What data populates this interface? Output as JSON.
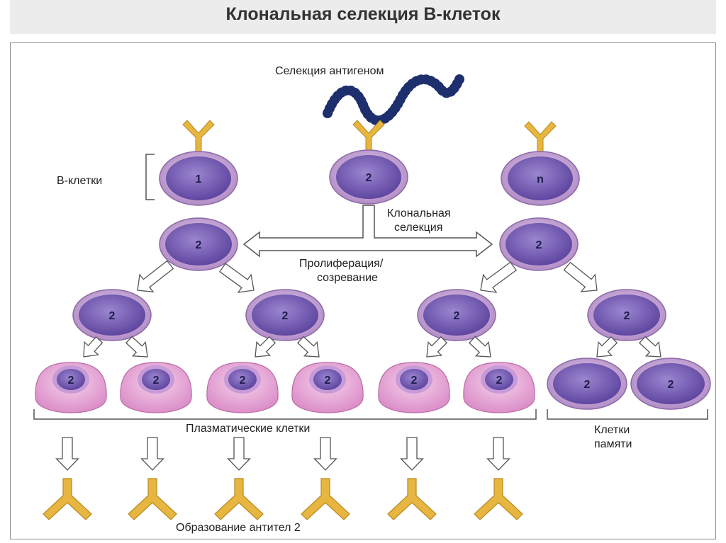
{
  "title": "Клональная селекция В-клеток",
  "labels": {
    "antigen_selection": "Селекция антигеном",
    "b_cells": "В-клетки",
    "clonal_selection_1": "Клональная",
    "clonal_selection_2": "селекция",
    "proliferation_1": "Пролиферация/",
    "proliferation_2": "созревание",
    "plasma_cells": "Плазматические клетки",
    "memory_cells_1": "Клетки",
    "memory_cells_2": "памяти",
    "antibody_formation": "Образование антител 2"
  },
  "b_cell_ids": [
    "1",
    "2",
    "n"
  ],
  "clone_id": "2",
  "colors": {
    "antibody": "#e6b640",
    "cell_rim": "#c7a4d3",
    "cell_nucleus": "#7c62b4",
    "plasma_cell": "#eeb3dc",
    "antigen": "#1e2f6e",
    "arrow": "#ffffff"
  }
}
